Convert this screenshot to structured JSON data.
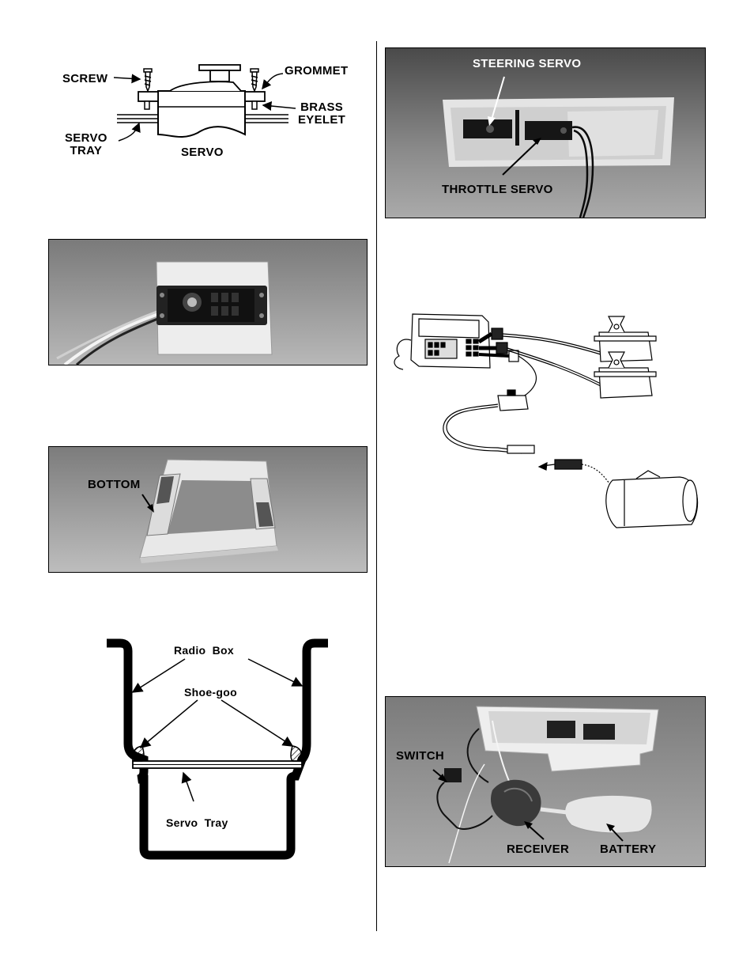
{
  "servo_mount_diagram": {
    "screw": "SCREW",
    "grommet": "GROMMET",
    "brass_eyelet_line1": "BRASS",
    "brass_eyelet_line2": "EYELET",
    "servo_tray_line1": "SERVO",
    "servo_tray_line2": "TRAY",
    "servo": "SERVO"
  },
  "tray_photo": {
    "bottom": "BOTTOM"
  },
  "radio_box_diagram": {
    "radio_box": "Radio Box",
    "shoe_goo": "Shoe-goo",
    "servo_tray": "Servo Tray"
  },
  "servos_photo": {
    "steering_servo": "STEERING SERVO",
    "throttle_servo": "THROTTLE SERVO"
  },
  "install_photo": {
    "switch": "SWITCH",
    "receiver": "RECEIVER",
    "battery": "BATTERY"
  }
}
